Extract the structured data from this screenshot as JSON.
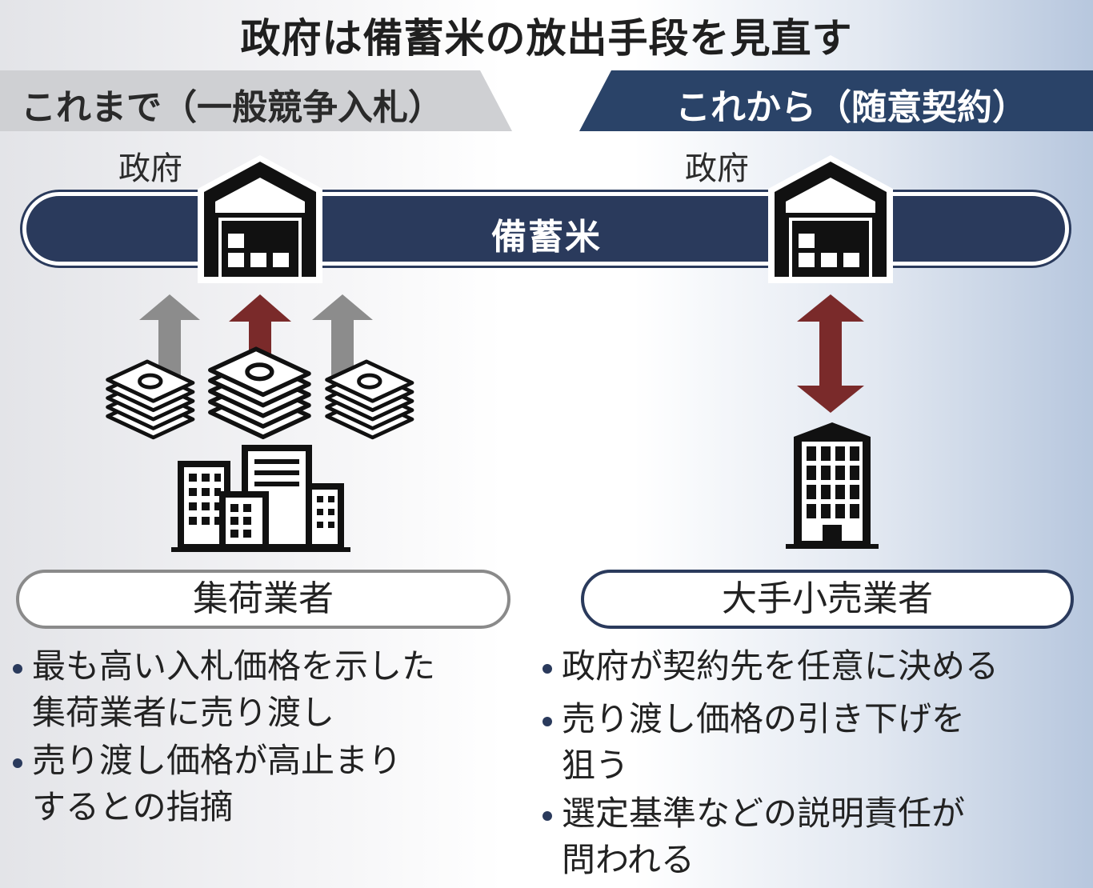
{
  "title": "政府は備蓄米の放出手段を見直す",
  "left": {
    "header": "これまで（一般競争入札）",
    "government_label": "政府",
    "party_label": "集荷業者",
    "bullets": [
      [
        "最も高い入札価格を示した",
        "集荷業者に売り渡し"
      ],
      [
        "売り渡し価格が高止まり",
        "するとの指摘"
      ]
    ]
  },
  "right": {
    "header": "これから（随意契約）",
    "government_label": "政府",
    "party_label": "大手小売業者",
    "bullets": [
      [
        "政府が契約先を任意に決める"
      ],
      [
        "売り渡し価格の引き下げを",
        "狙う"
      ],
      [
        "選定基準などの説明責任が",
        "問われる"
      ]
    ]
  },
  "center_label": "備蓄米",
  "icons": [
    "warehouse-icon",
    "money-stack-icon",
    "office-buildings-icon",
    "office-tower-icon",
    "arrow-up-icon",
    "double-arrow-icon"
  ],
  "colors": {
    "navy": "#2a3a5c",
    "header_left_bg": "#cfd0d3",
    "header_right_bg": "#2a4368",
    "arrow_gray": "#8c8c8c",
    "arrow_red": "#7a2a2a"
  }
}
